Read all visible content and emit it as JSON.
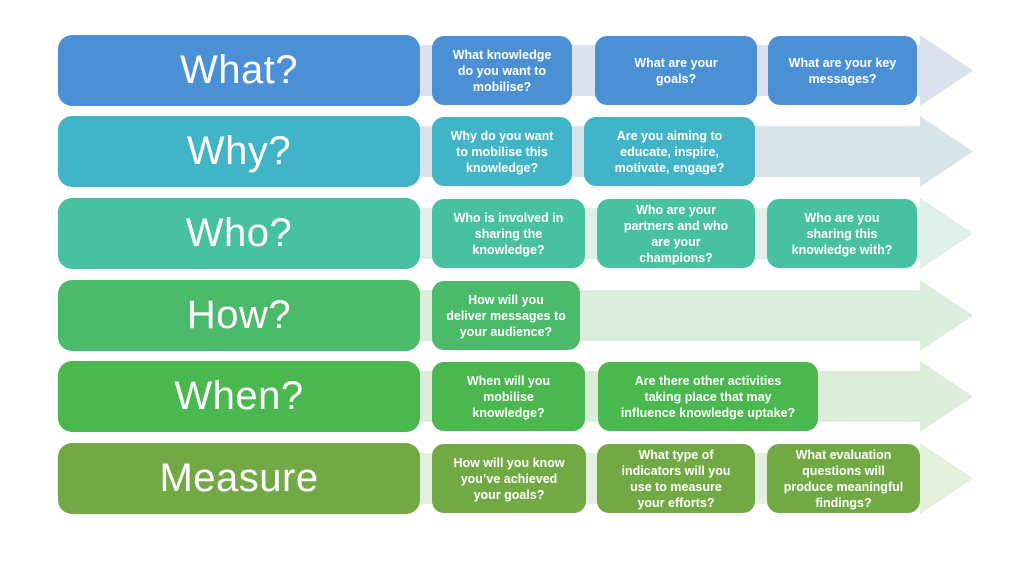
{
  "page": {
    "background": "#ffffff"
  },
  "rows": [
    {
      "id": "what",
      "label": "What?",
      "box_color": "#4B90D4",
      "arrow_color": "#DAE2F0",
      "arrow_icon": "right-block-arrow",
      "boxes": [
        {
          "text": "What knowledge\ndo you want to\nmobilise?"
        },
        {
          "text": "What are your\ngoals?"
        },
        {
          "text": "What are your key\nmessages?"
        }
      ]
    },
    {
      "id": "why",
      "label": "Why?",
      "box_color": "#41B5C7",
      "arrow_color": "#D7E5EB",
      "arrow_icon": "right-block-arrow",
      "boxes": [
        {
          "text": "Why do you want\nto mobilise this\nknowledge?"
        },
        {
          "text": "Are you aiming to\neducate, inspire,\nmotivate, engage?"
        }
      ]
    },
    {
      "id": "who",
      "label": "Who?",
      "box_color": "#48C1A0",
      "arrow_color": "#DFEFE9",
      "arrow_icon": "right-block-arrow",
      "boxes": [
        {
          "text": "Who is involved in\nsharing the\nknowledge?"
        },
        {
          "text": "Who are your\npartners and who\nare your\nchampions?"
        },
        {
          "text": "Who are you\nsharing this\nknowledge with?"
        }
      ]
    },
    {
      "id": "how",
      "label": "How?",
      "box_color": "#4CBA6B",
      "arrow_color": "#DBEDDC",
      "arrow_icon": "right-block-arrow",
      "boxes": [
        {
          "text": "How will you\ndeliver messages to\nyour audience?"
        }
      ]
    },
    {
      "id": "when",
      "label": "When?",
      "box_color": "#4BB84F",
      "arrow_color": "#DCEDD9",
      "arrow_icon": "right-block-arrow",
      "boxes": [
        {
          "text": "When will you\nmobilise\nknowledge?"
        },
        {
          "text": "Are there other activities\ntaking place that may\ninfluence knowledge uptake?"
        }
      ]
    },
    {
      "id": "measure",
      "label": "Measure",
      "box_color": "#73A944",
      "arrow_color": "#E3F0DC",
      "arrow_icon": "right-block-arrow",
      "boxes": [
        {
          "text": "How will you know\nyou’ve achieved\nyour goals?"
        },
        {
          "text": "What type of\nindicators will you\nuse to measure\nyour efforts?"
        },
        {
          "text": "What evaluation\nquestions will\nproduce meaningful\nfindings?"
        }
      ]
    }
  ]
}
